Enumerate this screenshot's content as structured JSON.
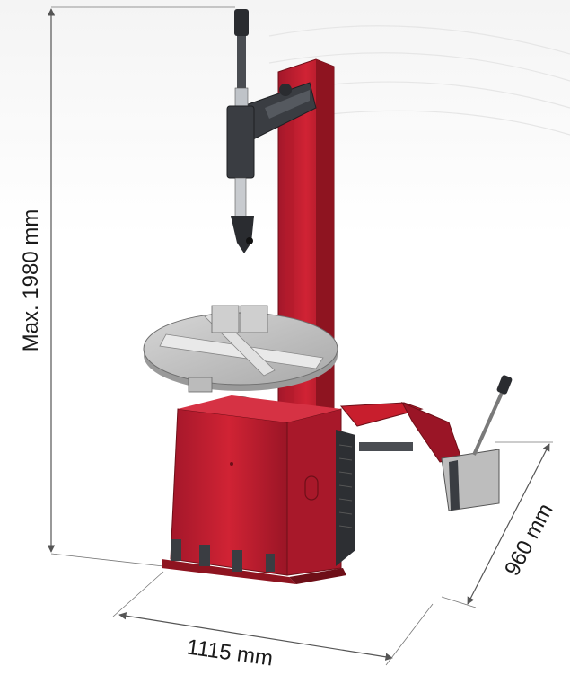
{
  "dimensions": {
    "height_label": "Max. 1980 mm",
    "width_label": "1115 mm",
    "depth_label": "960 mm"
  },
  "colors": {
    "machine_red": "#c81e2d",
    "machine_red_dark": "#8e1420",
    "steel_gray": "#3a3d42",
    "turntable_gray": "#bdbdbd",
    "dimension_line": "#555555"
  }
}
